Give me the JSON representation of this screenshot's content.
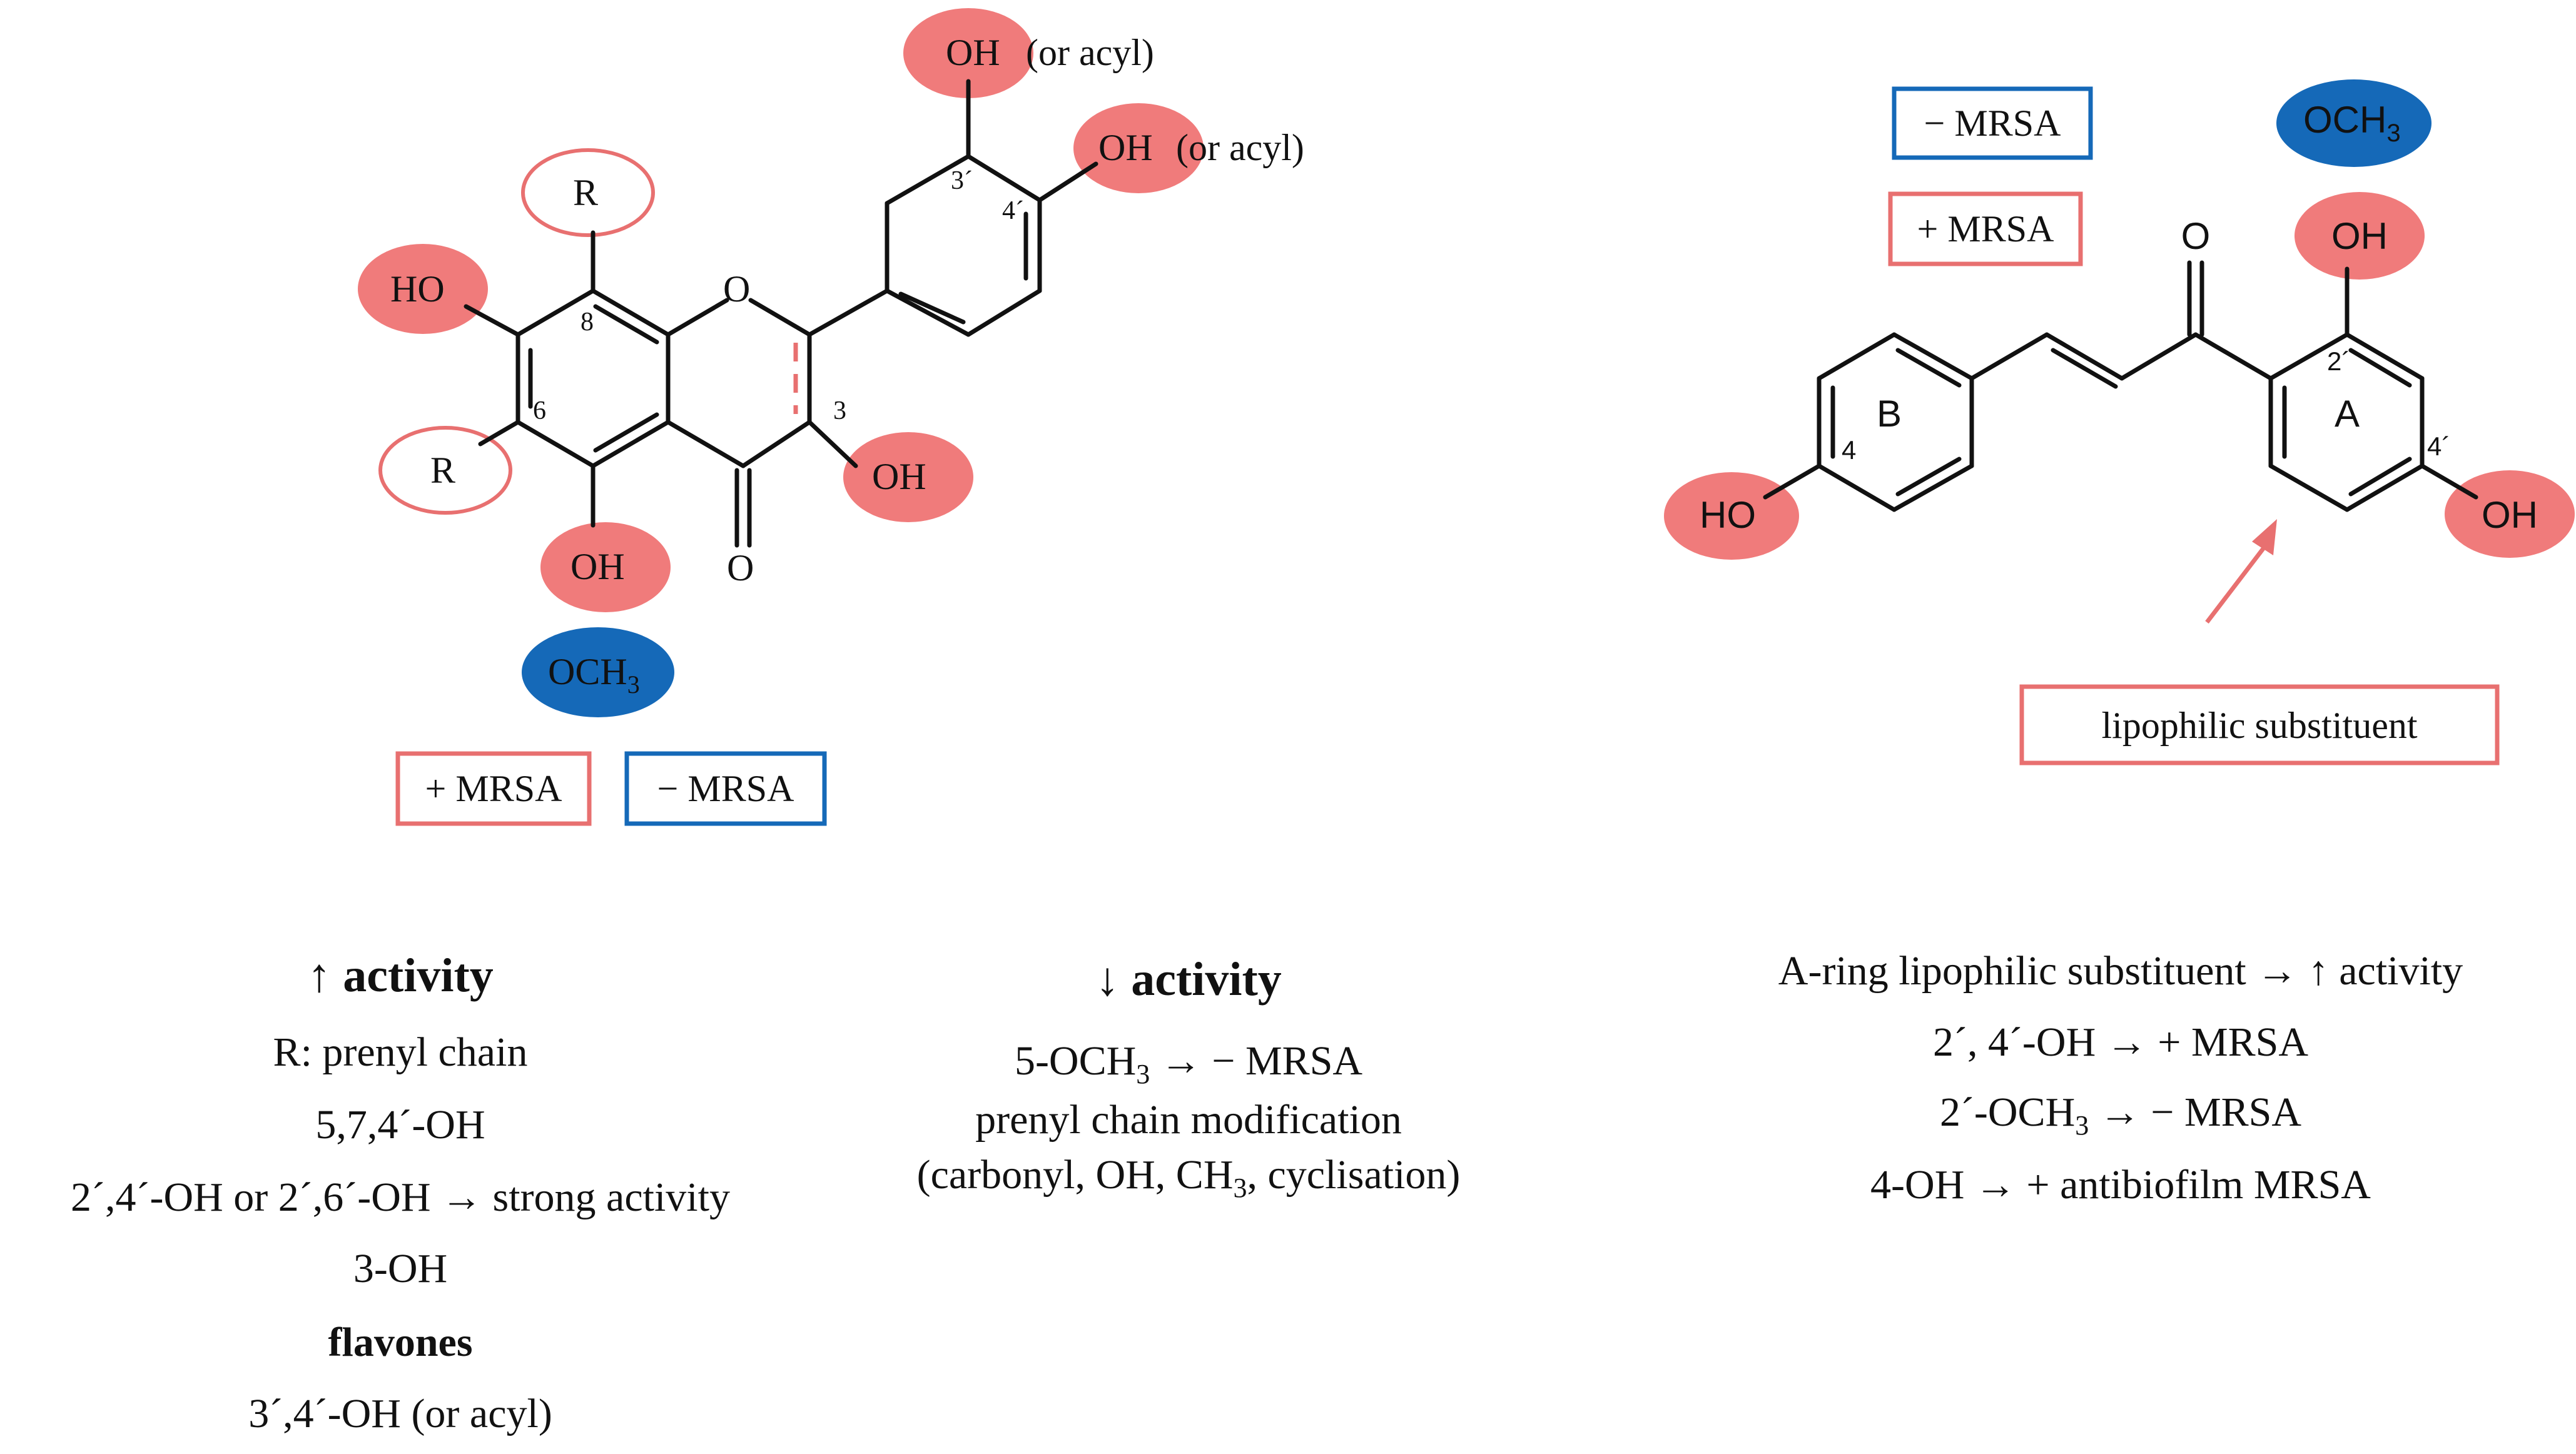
{
  "colors": {
    "positive": "#f07b7b",
    "negative": "#1569b8",
    "frame_red": "#e87070",
    "frame_blue": "#1569b8",
    "text": "#111111"
  },
  "flavone": {
    "labels": {
      "oh_3p": "OH",
      "acyl_3p": "(or acyl)",
      "oh_4p": "OH",
      "acyl_4p": "(or acyl)",
      "ho_7": "HO",
      "r_8": "R",
      "r_6": "R",
      "oh_3": "OH",
      "oh_5": "OH",
      "ring_o": "O",
      "keto_o": "O",
      "och3": "OCH",
      "och3_sub": "3"
    },
    "numbers": {
      "n8": "8",
      "n6": "6",
      "n3": "3",
      "n3p": "3´",
      "n4p": "4´"
    },
    "legend": {
      "plus": "+ MRSA",
      "minus": "− MRSA"
    }
  },
  "chalcone": {
    "labels": {
      "ring_b": "B",
      "ring_a": "A",
      "ho_4": "HO",
      "oh_2p": "OH",
      "oh_4p": "OH",
      "keto_o": "O",
      "och3": "OCH",
      "och3_sub": "3"
    },
    "numbers": {
      "n4": "4",
      "n2p": "2´",
      "n4p": "4´"
    },
    "legend": {
      "minus": "− MRSA",
      "plus": "+ MRSA"
    },
    "lipophilic_label": "lipophilic substituent"
  },
  "text": {
    "col1": {
      "title": "↑ activity",
      "line1": "R: prenyl chain",
      "line2": "5,7,4´-OH",
      "line3": "2´,4´-OH or 2´,6´-OH → strong activity",
      "line4": "3-OH",
      "subtitle": "flavones",
      "line5": "3´,4´-OH (or acyl)"
    },
    "col2": {
      "title": "↓ activity",
      "line1_a": "5-OCH",
      "line1_sub": "3",
      "line1_b": " → − MRSA",
      "line2": "prenyl chain modification",
      "line3_a": "(carbonyl, OH, CH",
      "line3_sub": "3",
      "line3_b": ", cyclisation)"
    },
    "col3": {
      "line1": "A-ring lipophilic substituent → ↑ activity",
      "line2": "2´, 4´-OH → + MRSA",
      "line3_a": "2´-OCH",
      "line3_sub": "3",
      "line3_b": " → − MRSA",
      "line4": "4-OH → + antibiofilm MRSA"
    }
  }
}
